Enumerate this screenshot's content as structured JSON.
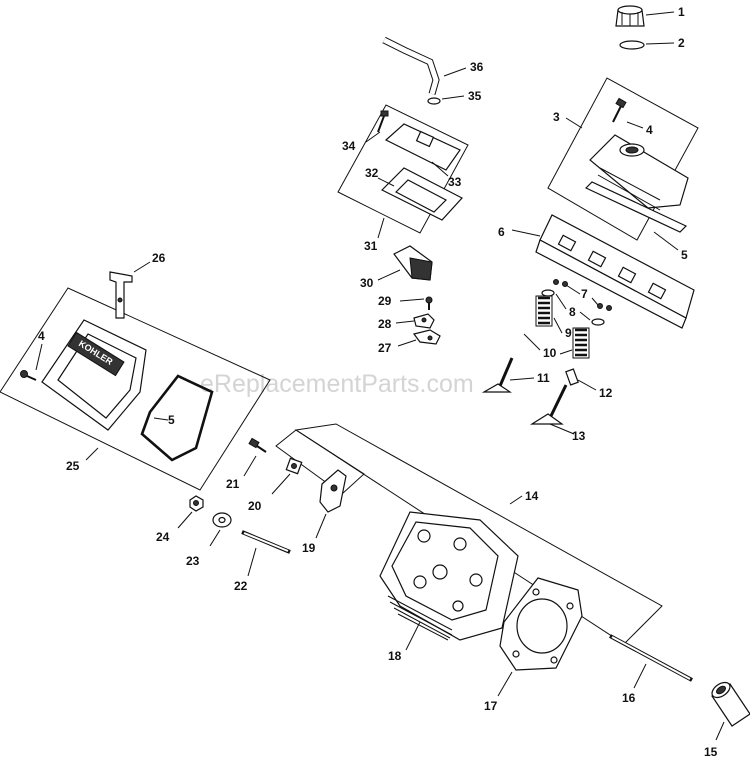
{
  "watermark": "eReplacementParts.com",
  "callouts": {
    "c1": "1",
    "c2": "2",
    "c3": "3",
    "c4a": "4",
    "c4b": "4",
    "c5a": "5",
    "c5b": "5",
    "c6": "6",
    "c7": "7",
    "c8": "8",
    "c9": "9",
    "c10": "10",
    "c11": "11",
    "c12": "12",
    "c13": "13",
    "c14": "14",
    "c15": "15",
    "c16": "16",
    "c17": "17",
    "c18": "18",
    "c19": "19",
    "c20": "20",
    "c21": "21",
    "c22": "22",
    "c23": "23",
    "c24": "24",
    "c25": "25",
    "c26": "26",
    "c27": "27",
    "c28": "28",
    "c29": "29",
    "c30": "30",
    "c31": "31",
    "c32": "32",
    "c33": "33",
    "c34": "34",
    "c35": "35",
    "c36": "36"
  },
  "cover_logo_text": "KOHLER"
}
